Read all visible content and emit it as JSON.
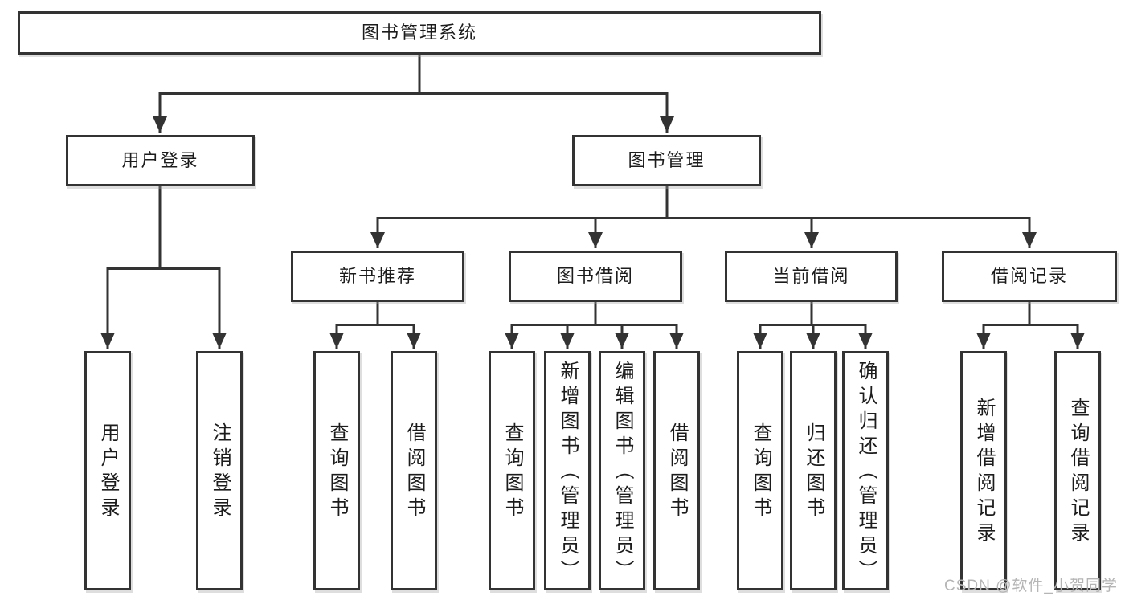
{
  "diagram": {
    "root": "图书管理系统",
    "branches": [
      {
        "label": "用户登录",
        "children": [
          "用户登录",
          "注销登录"
        ]
      },
      {
        "label": "图书管理",
        "groups": [
          {
            "label": "新书推荐",
            "children": [
              "查询图书",
              "借阅图书"
            ]
          },
          {
            "label": "图书借阅",
            "children": [
              "查询图书",
              "新增图书（管理员）",
              "编辑图书（管理员）",
              "借阅图书"
            ]
          },
          {
            "label": "当前借阅",
            "children": [
              "查询图书",
              "归还图书",
              "确认归还（管理员）"
            ]
          },
          {
            "label": "借阅记录",
            "children": [
              "新增借阅记录",
              "查询借阅记录"
            ]
          }
        ]
      }
    ]
  },
  "watermark": "CSDN @软件_小贺同学",
  "colors": {
    "line": "#333333",
    "text": "#1c1c1c",
    "watermark": "#b5b5b5",
    "background": "#ffffff"
  }
}
